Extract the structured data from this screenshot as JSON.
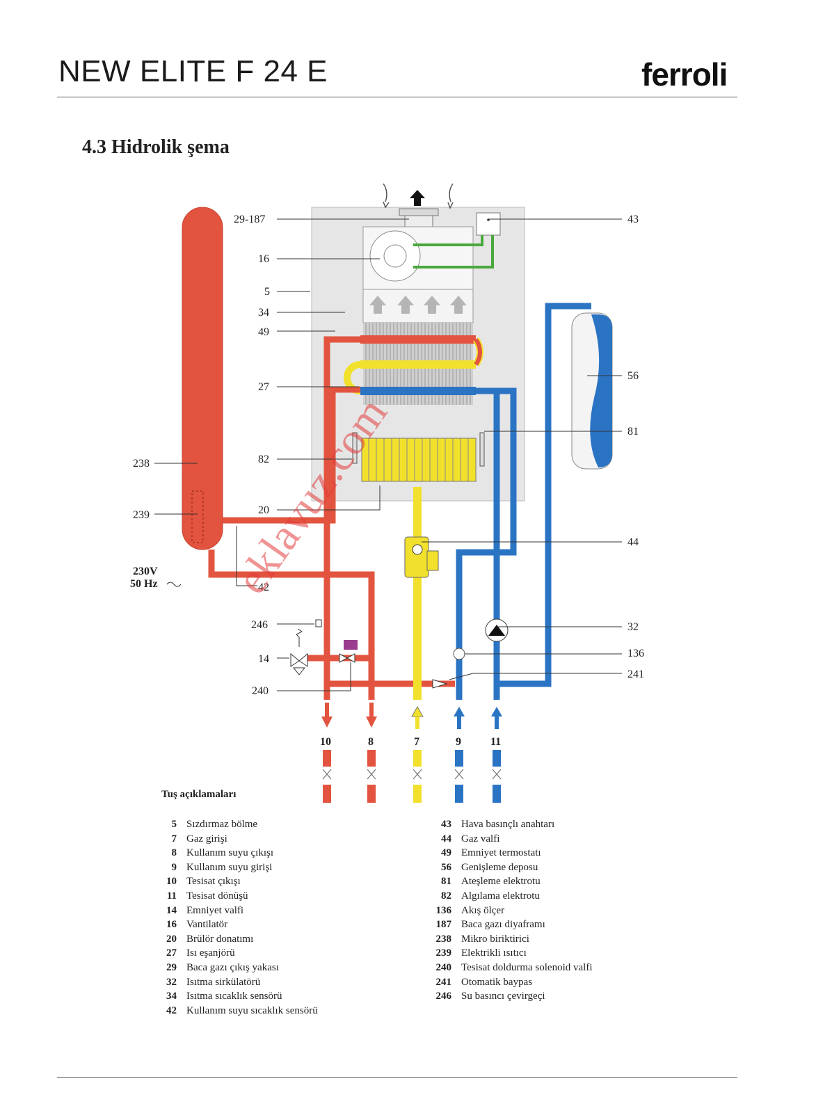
{
  "header": {
    "model_title": "NEW ELITE F 24 E",
    "brand_logo": "ferroli"
  },
  "section_title": "4.3 Hidrolik şema",
  "diagram_labels": {
    "l29_187": "29-187",
    "l16": "16",
    "l5": "5",
    "l34": "34",
    "l49": "49",
    "l27": "27",
    "l82": "82",
    "l20": "20",
    "l238": "238",
    "l239": "239",
    "l42": "42",
    "l246": "246",
    "l14": "14",
    "l240": "240",
    "l43": "43",
    "l56": "56",
    "l81": "81",
    "l44": "44",
    "l32": "32",
    "l136": "136",
    "l241": "241",
    "voltage": "230V",
    "frequency": "50 Hz",
    "out10": "10",
    "out8": "8",
    "out7": "7",
    "out9": "9",
    "out11": "11"
  },
  "watermark": "eklavuz.com",
  "legend_title": "Tuş açıklamaları",
  "legend_left": [
    {
      "num": "5",
      "text": "Sızdırmaz bölme"
    },
    {
      "num": "7",
      "text": "Gaz girişi"
    },
    {
      "num": "8",
      "text": "Kullanım suyu çıkışı"
    },
    {
      "num": "9",
      "text": "Kullanım suyu girişi"
    },
    {
      "num": "10",
      "text": "Tesisat çıkışı"
    },
    {
      "num": "11",
      "text": "Tesisat dönüşü"
    },
    {
      "num": "14",
      "text": "Emniyet valfi"
    },
    {
      "num": "16",
      "text": "Vantilatör"
    },
    {
      "num": "20",
      "text": "Brülör donatımı"
    },
    {
      "num": "27",
      "text": "Isı eşanjörü"
    },
    {
      "num": "29",
      "text": "Baca gazı çıkış yakası"
    },
    {
      "num": "32",
      "text": "Isıtma sirkülatörü"
    },
    {
      "num": "34",
      "text": "Isıtma sıcaklık sensörü"
    },
    {
      "num": "42",
      "text": "Kullanım suyu sıcaklık sensörü"
    }
  ],
  "legend_right": [
    {
      "num": "43",
      "text": "Hava basınçlı anahtarı"
    },
    {
      "num": "44",
      "text": "Gaz valfi"
    },
    {
      "num": "49",
      "text": "Emniyet termostatı"
    },
    {
      "num": "56",
      "text": "Genişleme deposu"
    },
    {
      "num": "81",
      "text": "Ateşleme elektrotu"
    },
    {
      "num": "82",
      "text": "Algılama elektrotu"
    },
    {
      "num": "136",
      "text": "Akış ölçer"
    },
    {
      "num": "187",
      "text": "Baca gazı diyaframı"
    },
    {
      "num": "238",
      "text": "Mikro biriktirici"
    },
    {
      "num": "239",
      "text": "Elektrikli ısıtıcı"
    },
    {
      "num": "240",
      "text": "Tesisat doldurma solenoid valfi"
    },
    {
      "num": "241",
      "text": "Otomatik baypas"
    },
    {
      "num": "246",
      "text": "Su basıncı çevirgeçi"
    }
  ],
  "colors": {
    "hot": "#e2543f",
    "cold": "#2b74c4",
    "gas": "#f2e12c",
    "green": "#4aa83e",
    "purple": "#9b3d8f",
    "casing": "#e6e6e6"
  }
}
